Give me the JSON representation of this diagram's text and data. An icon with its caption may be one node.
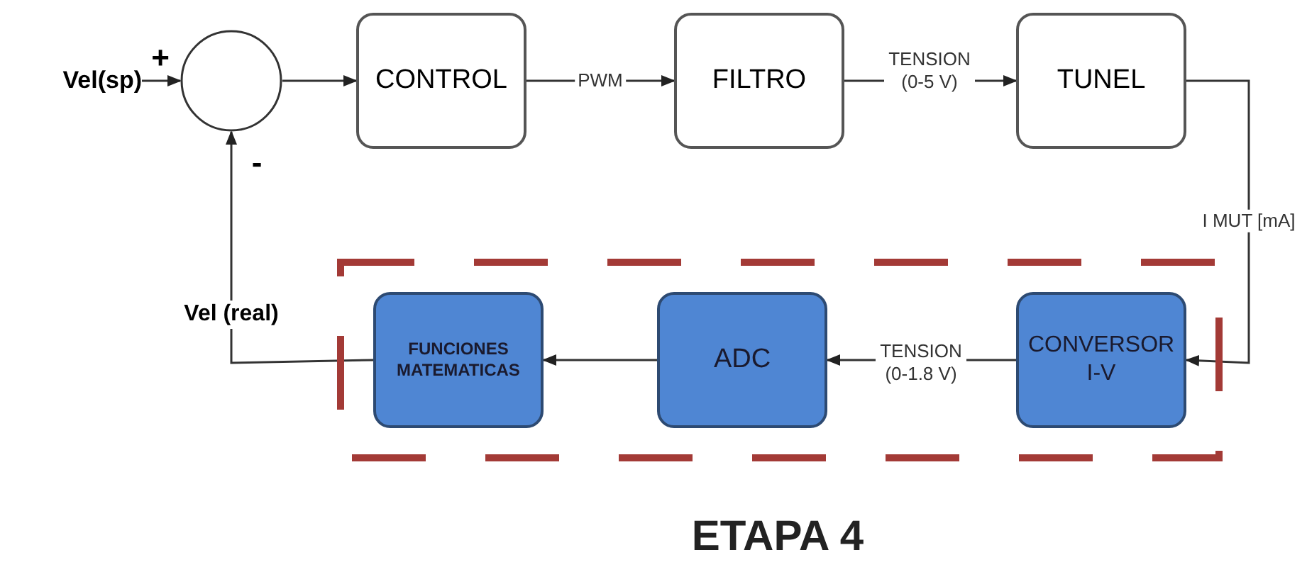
{
  "diagram": {
    "caption": "ETAPA 4",
    "nodes": [
      {
        "text": [
          "Vel(sp)"
        ]
      },
      {
        "text": [],
        "shape": "circle"
      },
      {
        "text": [
          "CONTROL"
        ]
      },
      {
        "text": [
          "FILTRO"
        ]
      },
      {
        "text": [
          "TUNEL"
        ]
      },
      {
        "text": [],
        "shape": "box"
      },
      {
        "text": [
          "CONVERSOR I-V"
        ],
        "in": 5
      },
      {
        "text": [
          "ADC"
        ],
        "in": 5
      },
      {
        "text": [
          "FUNCIONES MATEMATICAS"
        ],
        "in": 5
      }
    ],
    "edges": [
      {
        "from": 0,
        "to": 1,
        "arrow": "to"
      },
      {
        "from": 1,
        "to": 2,
        "arrow": "to"
      },
      {
        "from": 2,
        "to": 3,
        "arrow": "to",
        "label": "PWM"
      },
      {
        "from": 3,
        "to": 4,
        "arrow": "to",
        "label": "TENSION (0-5 V)"
      },
      {
        "from": 4,
        "to": 6,
        "arrow": "to",
        "label": "I MUT [mA]"
      },
      {
        "from": 6,
        "to": 7,
        "arrow": "to",
        "label": "TENSION (0-1.8 V)"
      },
      {
        "from": 7,
        "to": 8,
        "arrow": "to"
      },
      {
        "from": 8,
        "to": 1,
        "arrow": "to",
        "label": "Vel (real)"
      }
    ],
    "labels": [
      "+",
      "-"
    ]
  }
}
